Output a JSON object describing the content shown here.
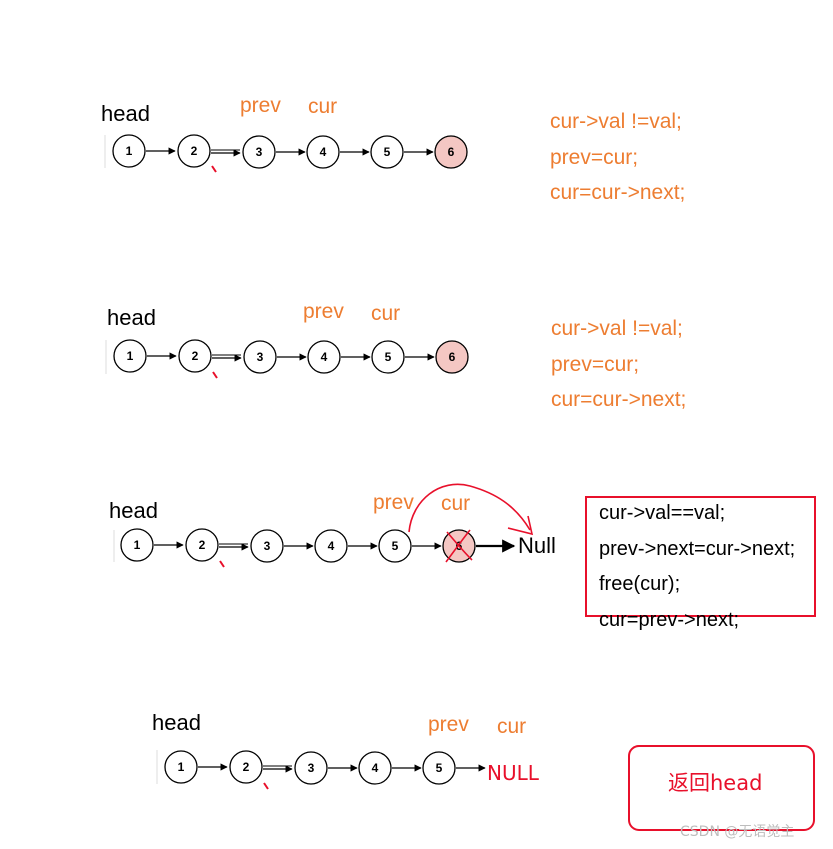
{
  "colors": {
    "orange": "#ED7D31",
    "red": "#E8102B",
    "highlight_node_fill": "#F4C7C3",
    "node_fill": "#FFFFFF"
  },
  "panel1": {
    "head": "head",
    "prev": "prev",
    "cur": "cur",
    "nodes": [
      "1",
      "2",
      "3",
      "4",
      "5",
      "6"
    ],
    "code": [
      "cur->val !=val;",
      "prev=cur;",
      "cur=cur->next;"
    ]
  },
  "panel2": {
    "head": "head",
    "prev": "prev",
    "cur": "cur",
    "nodes": [
      "1",
      "2",
      "3",
      "4",
      "5",
      "6"
    ],
    "code": [
      "cur->val !=val;",
      "prev=cur;",
      "cur=cur->next;"
    ]
  },
  "panel3": {
    "head": "head",
    "prev": "prev",
    "cur": "cur",
    "nodes": [
      "1",
      "2",
      "3",
      "4",
      "5",
      "6"
    ],
    "null_label": "Null",
    "code": [
      "cur->val==val;",
      "prev->next=cur->next;",
      "free(cur);",
      "cur=prev->next;"
    ]
  },
  "panel4": {
    "head": "head",
    "prev": "prev",
    "cur": "cur",
    "nodes": [
      "1",
      "2",
      "3",
      "4",
      "5"
    ],
    "null_label": "NULL",
    "return_text": "返回head"
  },
  "watermark": "CSDN @无语觉主"
}
